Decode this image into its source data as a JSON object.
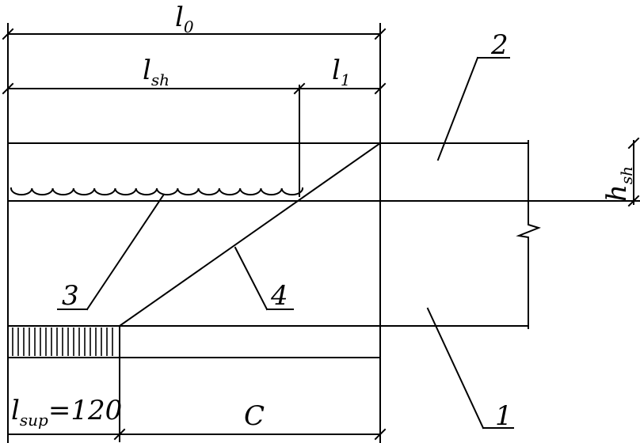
{
  "labels": {
    "l0": "l",
    "l0_sub": "0",
    "lsh": "l",
    "lsh_sub": "sh",
    "l1": "l",
    "l1_sub": "1",
    "hsh": "h",
    "hsh_sub": "sh",
    "lsup": "l",
    "lsup_sub": "sup",
    "lsup_value": "=120",
    "c": "C",
    "callout_1": "1",
    "callout_2": "2",
    "callout_3": "3",
    "callout_4": "4"
  }
}
